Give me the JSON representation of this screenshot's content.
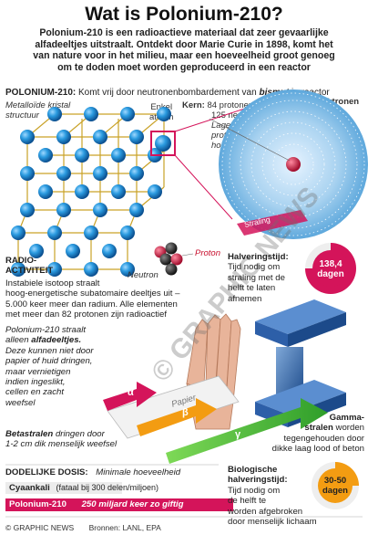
{
  "title": "Wat is Polonium-210?",
  "intro": {
    "line1": "Polonium-210 is een radioactieve materiaal dat zeer gevaarlijke",
    "line2": "alfadeeltjes uitstraalt. Ontdekt door Marie Curie in 1898, komt het",
    "line3": "van nature voor in het milieu, maar een hoeveelheid groot genoeg",
    "line4": "om te doden moet worden geproduceerd in een reactor"
  },
  "polonium_section": {
    "label": "POLONIUM-210:",
    "text_prefix": "Komt vrij door neutronenbombardement van",
    "text_emph": "bismut",
    "text_suffix": "in reactor"
  },
  "crystal": {
    "label_line1": "Metalloïde kristal",
    "label_line2": "structuur",
    "atom_line1": "Enkel",
    "atom_line2": "atoom"
  },
  "nucleus": {
    "kern_label": "Kern:",
    "protons": "84 protonen",
    "neutrons": "125 neutronen",
    "ratio_line1": "Lage neutron-",
    "ratio_line2": "protonver-",
    "ratio_line3": "houding",
    "electrons": "Elektronen",
    "radiation": "Straling",
    "proton": "Proton",
    "neutron": "Neutron"
  },
  "radioactivity": {
    "heading_line1": "RADIO-",
    "heading_line2": "ACTIVITEIT",
    "line1": "Instabiele isotoop straalt",
    "line2": "hoog-energetische subatomaire deeltjes uit –",
    "line3": "5.000 keer meer dan radium. Alle elementen",
    "line4": "met meer dan 82 protonen zijn radioactief"
  },
  "halflife": {
    "heading": "Halveringstijd:",
    "line1": "Tijd nodig om",
    "line2": "straling met de",
    "line3": "helft te laten",
    "line4": "afnemen",
    "value_line1": "138,4",
    "value_line2": "dagen"
  },
  "alpha": {
    "line1": "Polonium-210 straalt",
    "line2": "alleen",
    "line2_emph": "alfadeeltjes.",
    "line3": "Deze kunnen niet door",
    "line4": "papier of huid dringen,",
    "line5": "maar vernietigen",
    "line6": "indien ingeslikt,",
    "line7": "cellen en zacht",
    "line8": "weefsel",
    "paper": "Papier",
    "alpha_symbol": "α",
    "beta_symbol": "β",
    "gamma_symbol": "γ"
  },
  "beta": {
    "heading": "Betastralen",
    "line1": "dringen door",
    "line2": "1-2 cm dik menselijk weefsel"
  },
  "gamma": {
    "heading_line1": "Gamma-",
    "heading_line2": "stralen",
    "line1": "worden",
    "line2": "tegengehouden door",
    "line3": "dikke laag lood of beton"
  },
  "dose": {
    "heading": "DODELIJKE DOSIS:",
    "subtitle": "Minimale hoeveelheid",
    "cyanide_label": "Cyaankali",
    "cyanide_note": "(fataal bij 300 delen/miljoen)",
    "polonium_label": "Polonium-210",
    "polonium_note": "250 miljard keer zo giftig"
  },
  "bio_halflife": {
    "heading_line1": "Biologische",
    "heading_line2": "halveringstijd:",
    "line1": "Tijd nodig om",
    "line2": "de helft te",
    "line3": "worden afgebroken",
    "line4": "door menselijk lichaam",
    "value_line1": "30-50",
    "value_line2": "dagen"
  },
  "footer": {
    "credit": "© GRAPHIC NEWS",
    "sources": "Bronnen: LANL, EPA"
  },
  "watermark": "© GRAPHIC NEWS",
  "colors": {
    "accent_red": "#d4145a",
    "blue": "#1f8fd6",
    "dark_text": "#222222",
    "gray": "#8c8c8c"
  }
}
